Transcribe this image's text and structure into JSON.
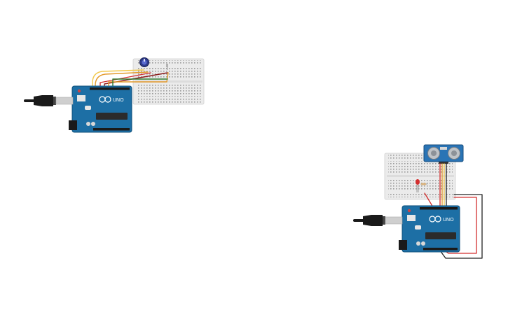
{
  "canvas": {
    "background": "#ffffff"
  },
  "circuits": [
    {
      "id": "circuit-potentiometer",
      "board_label": "UNO",
      "components": [
        "usb-cable-icon",
        "arduino-uno-board",
        "breadboard-small",
        "potentiometer-icon",
        "led-icon"
      ],
      "wire_colors": [
        "#f2c94c",
        "#e39a2b",
        "#d32f2f",
        "#8b1a1a",
        "#2e7d32"
      ]
    },
    {
      "id": "circuit-ultrasonic",
      "board_label": "UNO",
      "components": [
        "usb-cable-icon",
        "arduino-uno-board",
        "breadboard-small",
        "ultrasonic-sensor-icon",
        "led-icon",
        "resistor-icon"
      ],
      "wire_colors": [
        "#d32f2f",
        "#222222",
        "#e39a2b",
        "#f2c94c"
      ]
    }
  ],
  "colors": {
    "arduino_blue": "#1d6fa5",
    "arduino_dark": "#0f4f7a",
    "breadboard": "#e9e9e9",
    "breadboard_hole": "#9a9a9a",
    "sensor_blue": "#2a74b5"
  }
}
